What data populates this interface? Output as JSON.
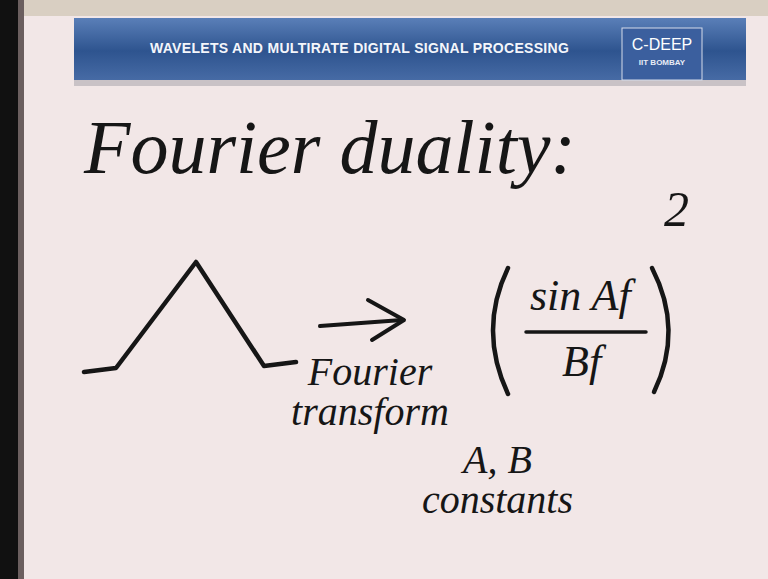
{
  "diagram": {
    "title": "Fourier duality:",
    "labels": [
      "WAVELETS AND MULTIRATE DIGITAL SIGNAL PROCESSING",
      "C-DEEP",
      "IIT BOMBAY",
      "sin Af",
      "Bf",
      "2",
      "Fourier transform",
      "A, B constants"
    ]
  }
}
